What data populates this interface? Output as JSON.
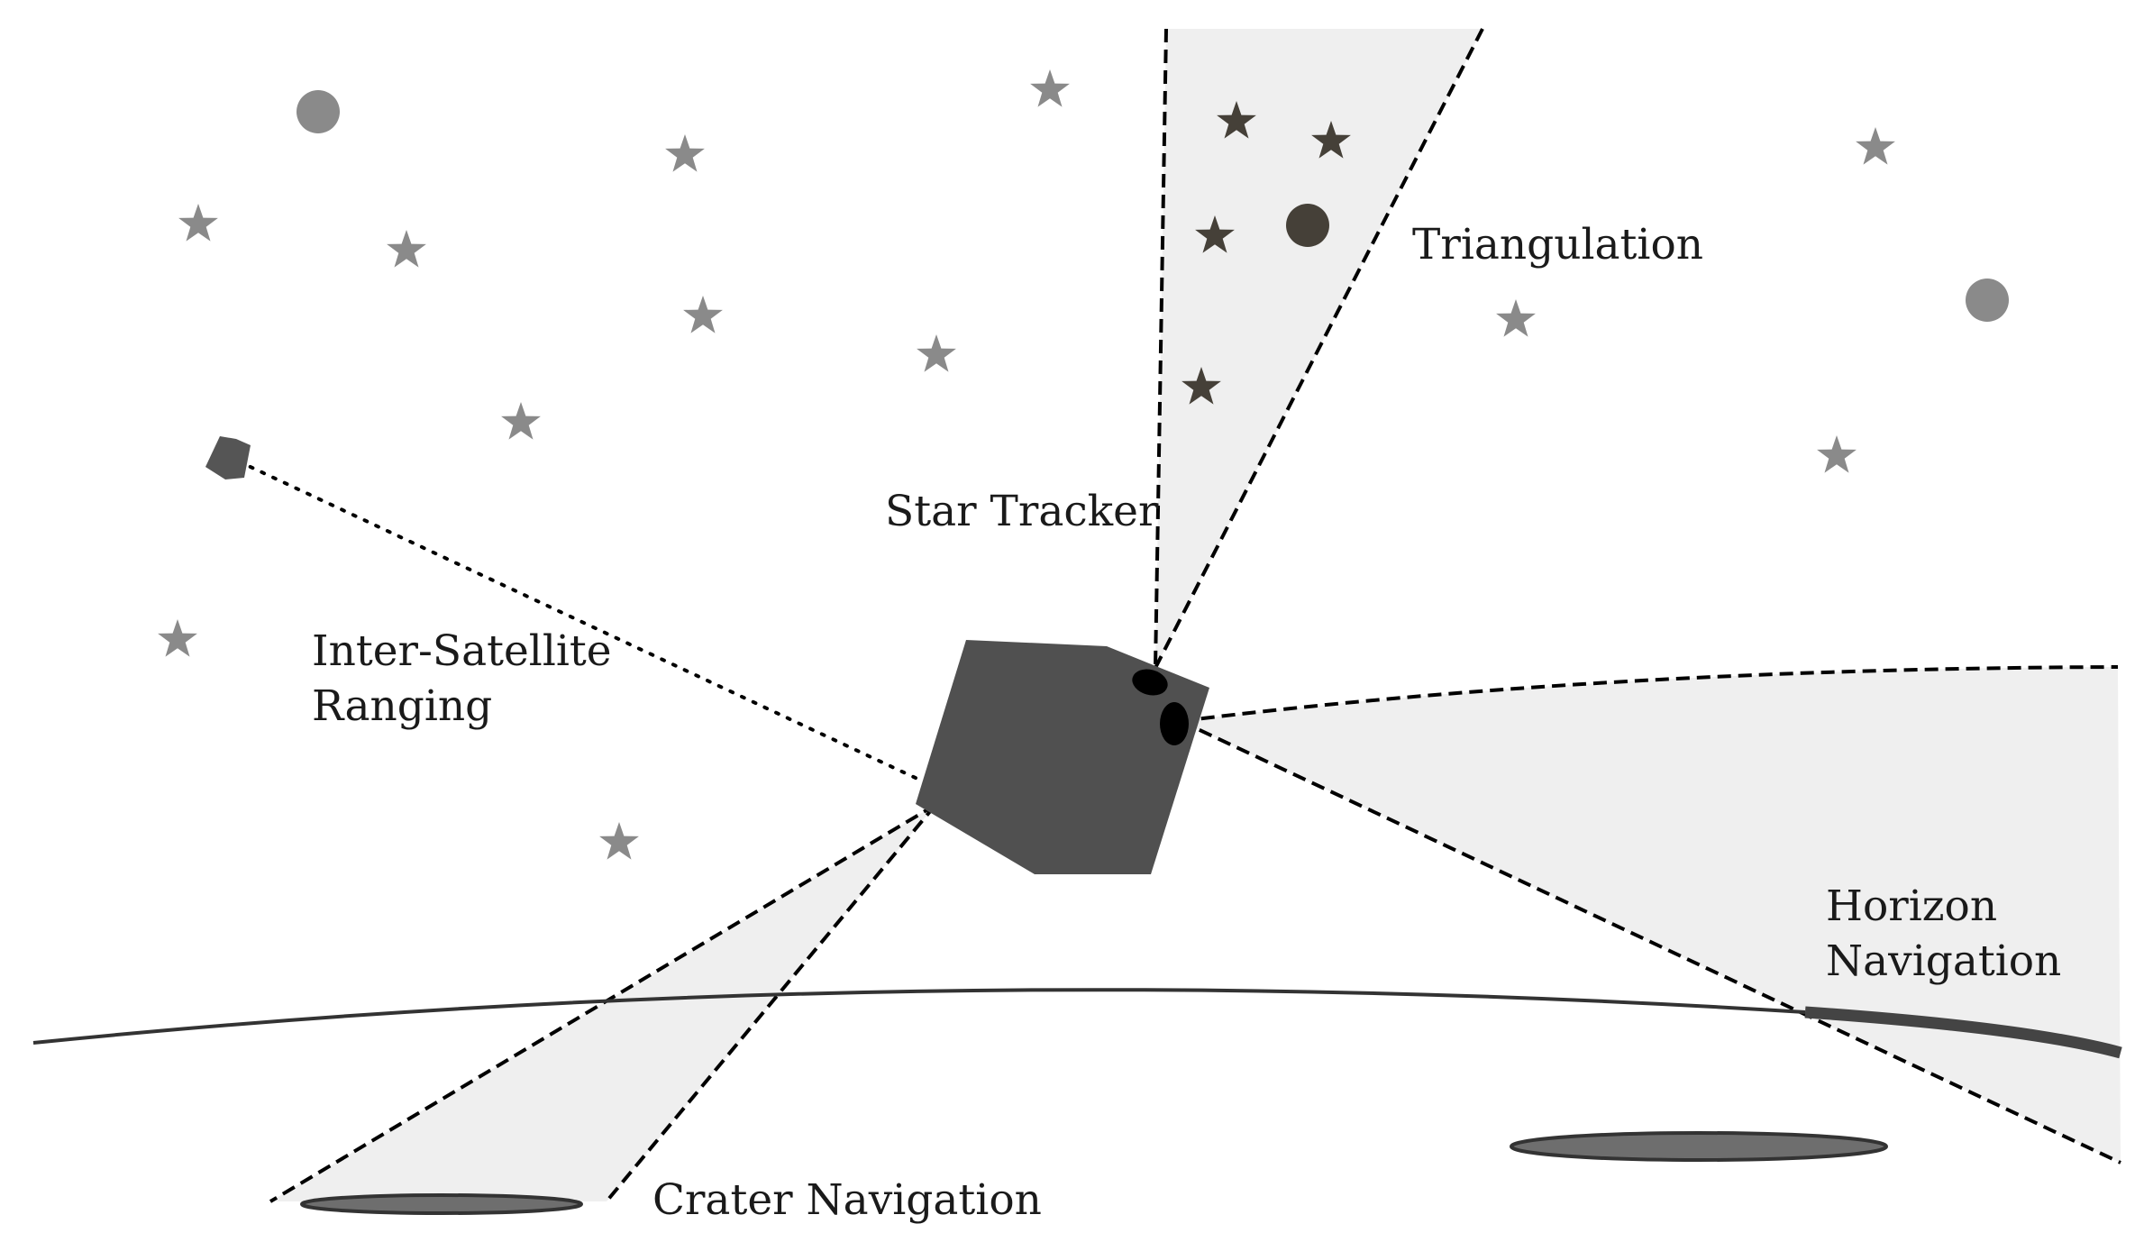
{
  "labels": {
    "triangulation": "Triangulation",
    "star_tracker": "Star Tracker",
    "inter_satellite_line1": "Inter-Satellite",
    "inter_satellite_line2": "Ranging",
    "horizon_line1": "Horizon",
    "horizon_line2": "Navigation",
    "crater": "Crater Navigation"
  },
  "colors": {
    "background": "#ffffff",
    "cone_fill": "#efefef",
    "background_star": "#8a8a8a",
    "tracked_star": "#454038",
    "spacecraft": "#505050",
    "sensor": "#000000",
    "crater_fill": "#6e6e6e",
    "planet_outline": "#333333"
  },
  "icons": {
    "star": "star-icon",
    "planet": "planet-icon",
    "satellite": "satellite-icon"
  }
}
